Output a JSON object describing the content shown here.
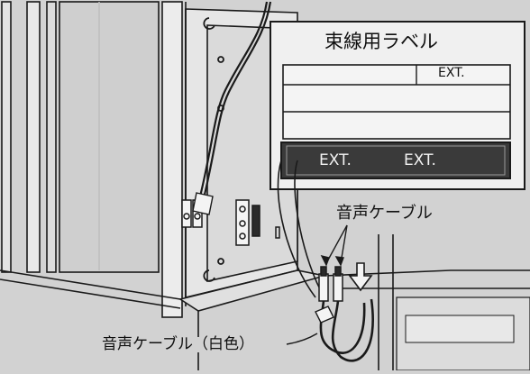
{
  "callout": {
    "title": "束線用ラベル",
    "label_text": "EXT.",
    "band_text_left": "EXT.",
    "band_text_right": "EXT."
  },
  "annotations": {
    "audio_cable": "音声ケーブル",
    "audio_cable_white": "音声ケーブル（白色）"
  },
  "colors": {
    "background": "#d2d2d2",
    "line": "#1a1a1a",
    "panel": "#f0f0f0",
    "band": "#3a3a3a"
  }
}
